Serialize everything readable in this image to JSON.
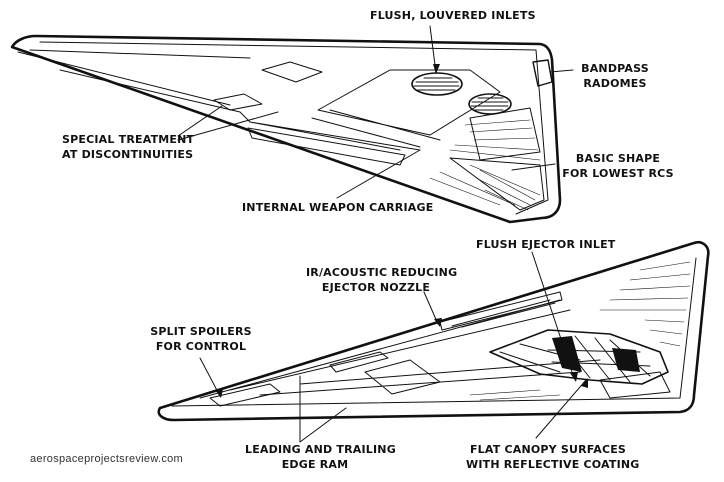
{
  "labels": {
    "flush_louvered_inlets": "FLUSH, LOUVERED INLETS",
    "bandpass_radomes": [
      "BANDPASS",
      "RADOMES"
    ],
    "special_treatment": [
      "SPECIAL TREATMENT",
      "AT DISCONTINUITIES"
    ],
    "basic_shape": [
      "BASIC SHAPE",
      "FOR LOWEST RCS"
    ],
    "internal_weapon_carriage": "INTERNAL WEAPON CARRIAGE",
    "flush_ejector_inlet": "FLUSH EJECTOR INLET",
    "ir_acoustic": [
      "IR/ACOUSTIC REDUCING",
      "EJECTOR NOZZLE"
    ],
    "split_spoilers": [
      "SPLIT SPOILERS",
      "FOR CONTROL"
    ],
    "leading_trailing": [
      "LEADING AND TRAILING",
      "EDGE RAM"
    ],
    "flat_canopy": [
      "FLAT CANOPY SURFACES",
      "WITH REFLECTIVE COATING"
    ]
  },
  "watermark": "aerospaceprojectsreview.com"
}
